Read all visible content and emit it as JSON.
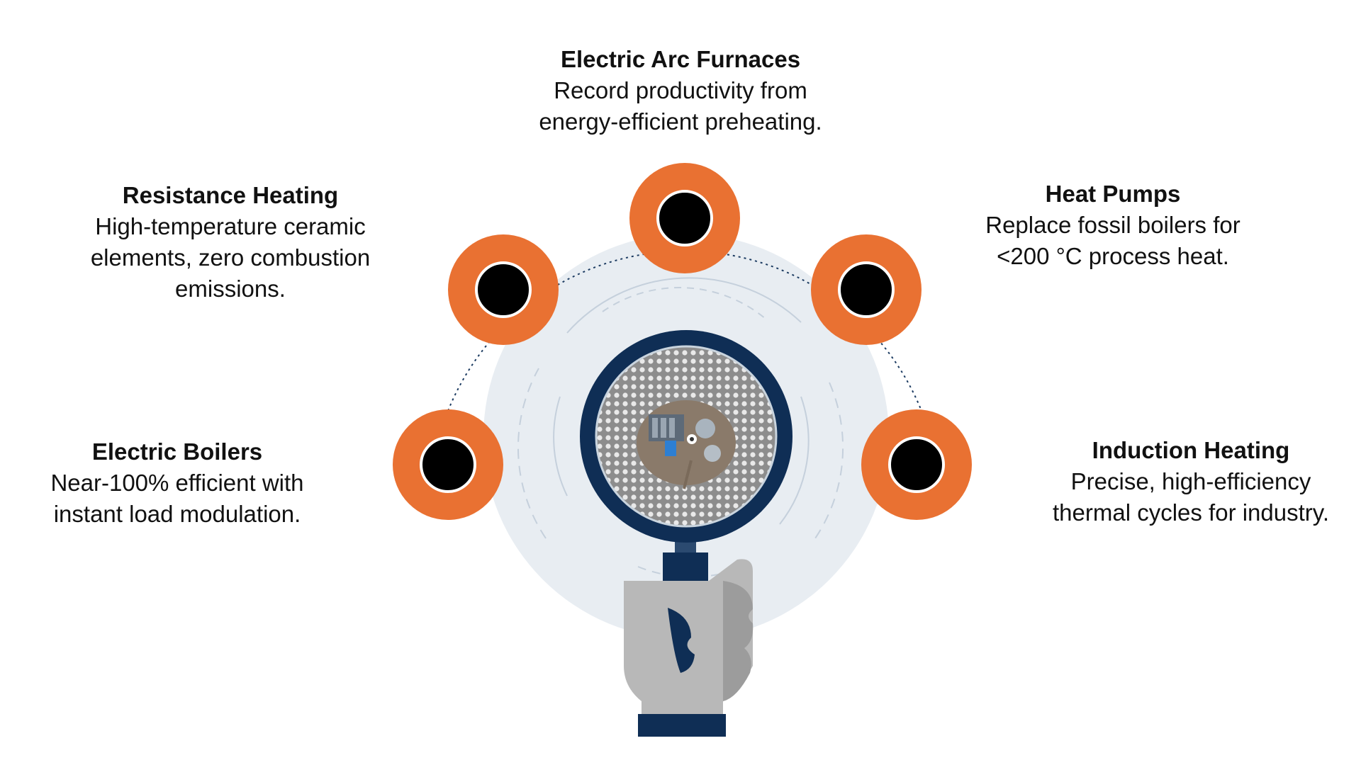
{
  "colors": {
    "accent_orange": "#e97132",
    "navy": "#0f2e55",
    "halo": "#e8edf2",
    "ring_line": "#c5d0dc",
    "arc_dots": "#1d3c62",
    "hand": "#b8b8b8",
    "hand_shadow": "#9c9c9c"
  },
  "technologies": [
    {
      "id": "electric-arc-furnaces",
      "title": "Electric Arc Furnaces",
      "lines": [
        "Record productivity from",
        "energy-efficient preheating."
      ],
      "icon": "black-dot-icon"
    },
    {
      "id": "resistance-heating",
      "title": "Resistance Heating",
      "lines": [
        "High-temperature ceramic",
        "elements, zero combustion",
        "emissions."
      ],
      "icon": "black-dot-icon"
    },
    {
      "id": "heat-pumps",
      "title": "Heat Pumps",
      "lines": [
        "Replace fossil boilers for",
        "<200 °C process heat."
      ],
      "icon": "black-dot-icon"
    },
    {
      "id": "electric-boilers",
      "title": "Electric Boilers",
      "lines": [
        "Near-100% efficient with",
        "instant load modulation."
      ],
      "icon": "black-dot-icon"
    },
    {
      "id": "induction-heating",
      "title": "Induction Heating",
      "lines": [
        "Precise, high-efficiency",
        "thermal cycles for industry."
      ],
      "icon": "black-dot-icon"
    }
  ],
  "center_image": {
    "icon": "magnifying-glass-icon",
    "subject": "aerial-solar-field-icon"
  }
}
